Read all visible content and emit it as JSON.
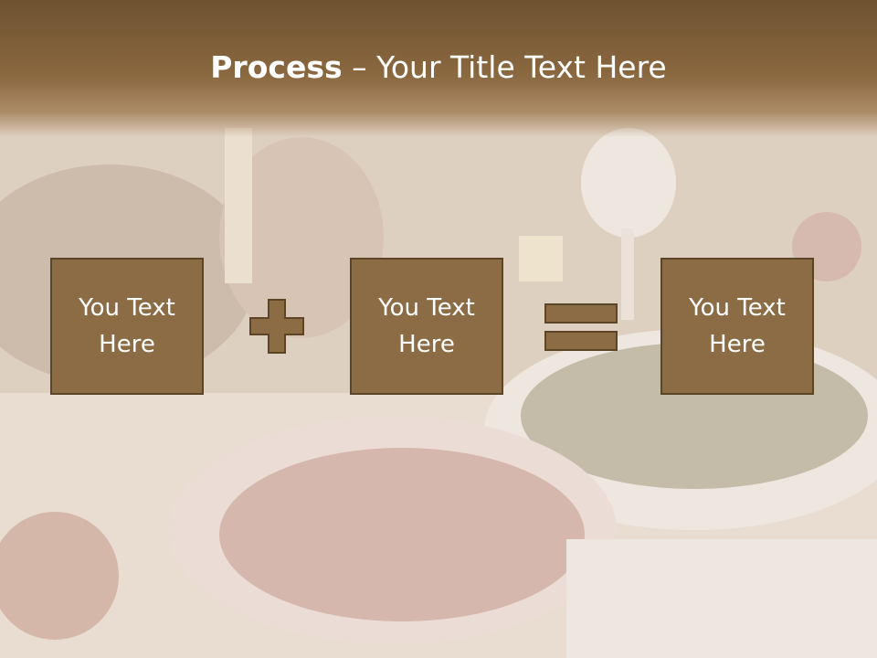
{
  "slide": {
    "title_bold": "Process",
    "title_rest": " – Your Title Text Here",
    "boxes": [
      {
        "label": "You Text Here"
      },
      {
        "label": "You Text Here"
      },
      {
        "label": "You Text Here"
      }
    ],
    "operators": [
      "plus-icon",
      "equals-icon"
    ]
  },
  "colors": {
    "header": "#7a5c38",
    "box_fill": "#8c6c44",
    "box_border": "#5c4426",
    "text": "#ffffff"
  }
}
